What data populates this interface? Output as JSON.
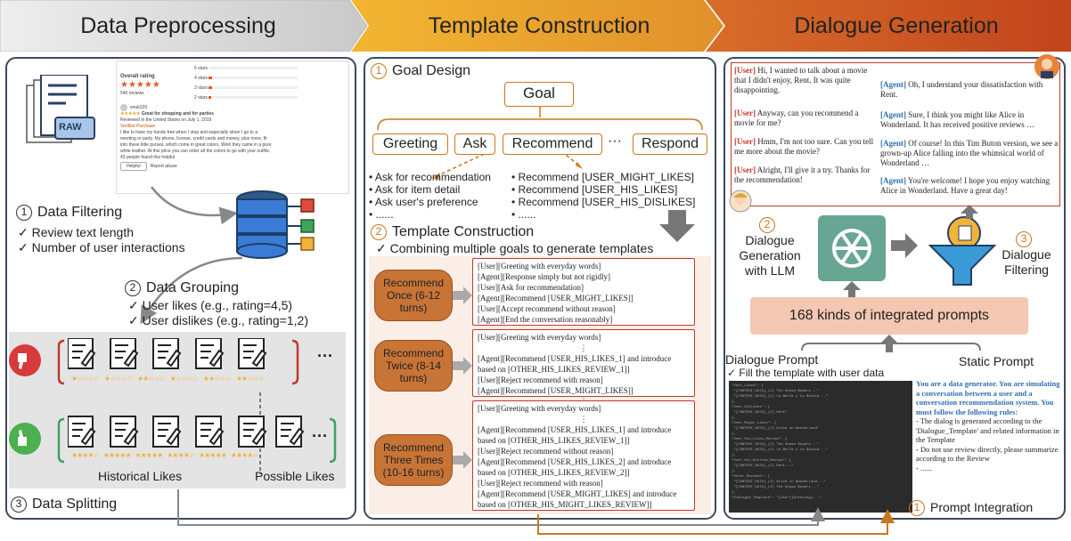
{
  "header": {
    "stage1": "Data Preprocessing",
    "stage2": "Template Construction",
    "stage3": "Dialogue Generation"
  },
  "p1": {
    "review": {
      "overall": "Overall rating",
      "reviews": "546 reviews",
      "stars5": "5 stars",
      "stars4": "4 stars",
      "stars3": "3 stars",
      "stars2": "2 stars",
      "user": "wrub329",
      "title": "Great for shopping and for parties",
      "meta": "Reviewed in the United States on July 1, 2019",
      "verified": "Verified Purchase",
      "body": "I like to have my hands free when I stop and especially when I go to a meeting or party. My phone, license, credit cards and money, plus more, fit into these little purses, which come in great colors. Wish they came in a pure white leather. At this price you can order all the colors to go with your outfits.",
      "helpful_count": "43 people found this helpful",
      "helpful": "Helpful",
      "report": "Report abuse",
      "raw": "RAW"
    },
    "filter": {
      "num": "1",
      "title": "Data Filtering",
      "c1": "✓ Review text length",
      "c2": "✓ Number of user interactions"
    },
    "group": {
      "num": "2",
      "title": "Data Grouping",
      "c1": "✓ User likes (e.g., rating=4,5)",
      "c2": "✓ User dislikes (e.g., rating=1,2)"
    },
    "hist": "Historical Likes",
    "poss": "Possible Likes",
    "split": {
      "num": "3",
      "title": "Data Splitting"
    },
    "ellipsis": "···"
  },
  "p2": {
    "goal_design": {
      "num": "1",
      "title": "Goal Design"
    },
    "goal": "Goal",
    "goals": [
      "Greeting",
      "Ask",
      "Recommend",
      "···",
      "Respond"
    ],
    "ask_items": [
      "Ask for recommendation",
      "Ask for item detail",
      "Ask user's preference",
      "......"
    ],
    "rec_items": [
      "Recommend [USER_MIGHT_LIKES]",
      "Recommend [USER_HIS_LIKES]",
      "Recommend [USER_HIS_DISLIKES]",
      "......"
    ],
    "tc": {
      "num": "2",
      "title": "Template Construction",
      "check": "✓ Combining multiple goals to generate templates"
    },
    "once": {
      "label": "Recommend Once (6-12 turns)",
      "lines": [
        "[User][Greeting with everyday words]",
        "[Agent][Response simply but not rigidly]",
        "[User][Ask for recommendation]",
        "[Agent][Recommend [USER_MIGHT_LIKES]]",
        "[User][Accept recommend without reason]",
        "[Agent][End the conversation reasonably]"
      ]
    },
    "twice": {
      "label": "Recommend Twice (8-14 turns)",
      "lines": [
        "[User][Greeting with everyday words]",
        "⋮",
        "[Agent][Recommend [USER_HIS_LIKES_1] and introduce based on [OTHER_HIS_LIKES_REVIEW_1]]",
        "[User][Reject recommend with reason]",
        "[Agent][Recommend [USER_MIGHT_LIKES]]",
        "⋮"
      ]
    },
    "three": {
      "label": "Recommend Three Times (10-16 turns)",
      "lines": [
        "[User][Greeting with everyday words]",
        "⋮",
        "[Agent][Recommend [USER_HIS_LIKES_1] and introduce based on [OTHER_HIS_LIKES_REVIEW_1]]",
        "[User][Reject recommend without reason]",
        "[Agent][Recommend [USER_HIS_LIKES_2] and introduce based on [OTHER_HIS_LIKES_REVIEW_2]]",
        "[User][Reject recommend with reason]",
        "[Agent][Recommend [USER_MIGHT_LIKES] and introduce based on [OTHER_HIS_MIGHT_LIKES_REVIEW]]"
      ]
    }
  },
  "p3": {
    "chat": {
      "u1": "Hi, I wanted to talk about a movie that I didn't enjoy, Rent. It was quite disappointing.",
      "a1": "Oh, I understand your dissatisfaction with Rent.",
      "u2": "Anyway, can you recommend a movie for me?",
      "a2": "Sure, I think you might like Alice in Wonderland. It has received positive reviews …",
      "u3": "Hmm, I'm not too sure. Can you tell me more about the movie?",
      "a3": "Of course! In this Tim Buton version, we see a grown-up Alice falling into the whimsical world of Wonderland …",
      "u4": "Alright, I'll give it a try. Thanks for the recommendation!",
      "a4": "You're welcome! I hope you enjoy watching Alice in Wonderland. Have a great day!",
      "user_tag": "[User]",
      "agent_tag": "[Agent]"
    },
    "gen": {
      "num": "2",
      "title": "Dialogue Generation with LLM"
    },
    "filt": {
      "num": "3",
      "title": "Dialogue Filtering"
    },
    "prompts": "168 kinds of integrated prompts",
    "dp": "Dialogue Prompt",
    "sp": "Static Prompt",
    "fill": "✓ Fill the template with user data",
    "static_text": {
      "l1": "You are a data generator. You are simulating a conversation between a user and a conversation recommendation system. You must follow the following rules:",
      "l2": "- The dialog is generated according to the 'Dialogue_Template' and related information in the Template",
      "l3": "- Do not use review directly, please summarize according to the Review",
      "l4": "- ......"
    },
    "pi": {
      "num": "1",
      "title": "Prompt Integration"
    }
  }
}
